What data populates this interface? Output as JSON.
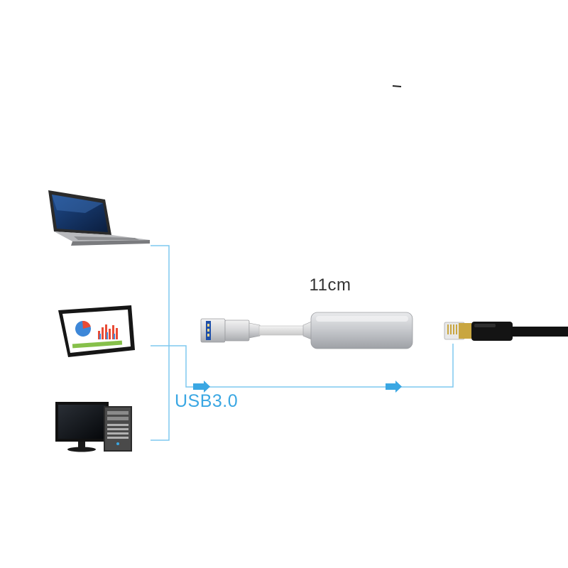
{
  "labels": {
    "cable_length": "11cm",
    "interface": "USB3.0"
  },
  "devices": [
    {
      "name": "laptop"
    },
    {
      "name": "tablet"
    },
    {
      "name": "desktop-computer"
    }
  ],
  "colors": {
    "connector_line": "#7ec8ef",
    "arrow": "#3aa7e3",
    "interface_label": "#3aa7e3",
    "adapter_body": "#c4c6ca",
    "cable": "#121212"
  }
}
